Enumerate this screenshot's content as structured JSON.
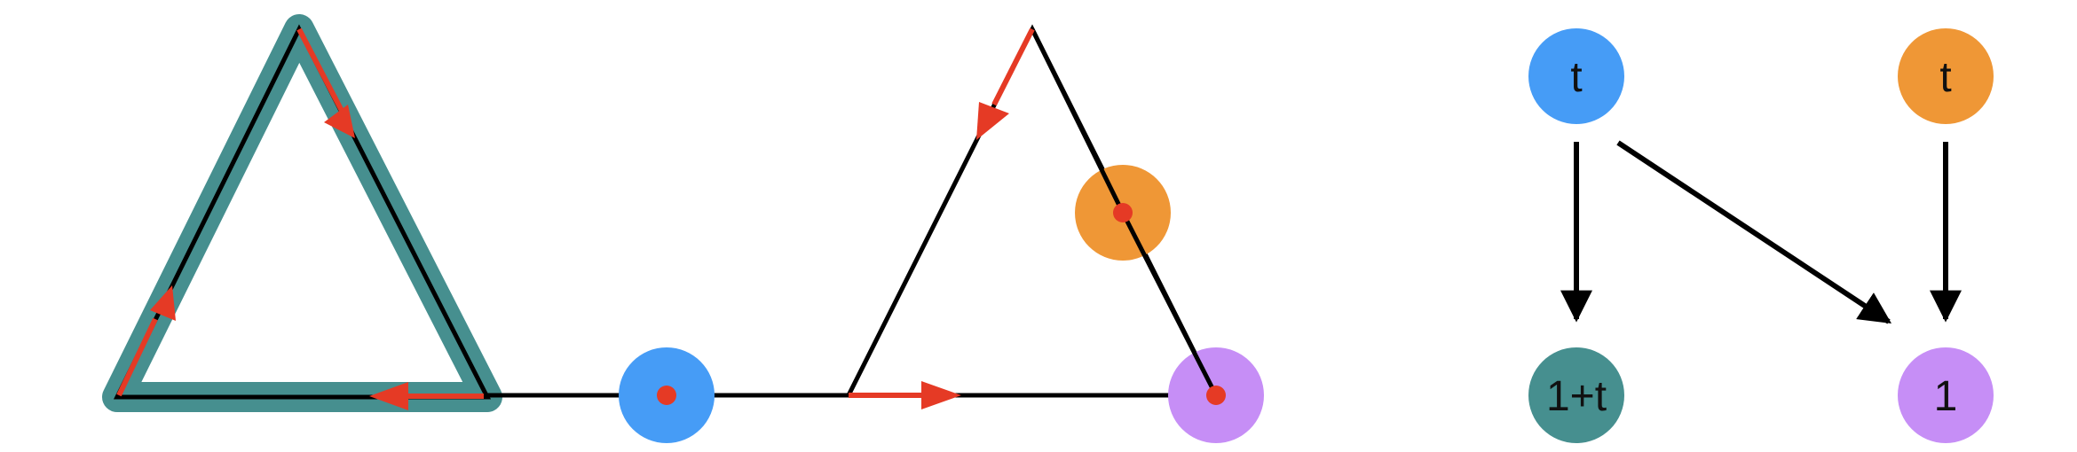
{
  "colors": {
    "teal": "#468f8f",
    "blue": "#469cf6",
    "orange": "#ef9736",
    "purple": "#c68ef6",
    "red": "#e53a25",
    "black": "#000000"
  },
  "graph": {
    "nodes": {
      "top_left_t": "t",
      "top_right_t": "t",
      "bottom_left": "1+t",
      "bottom_right": "1"
    }
  }
}
